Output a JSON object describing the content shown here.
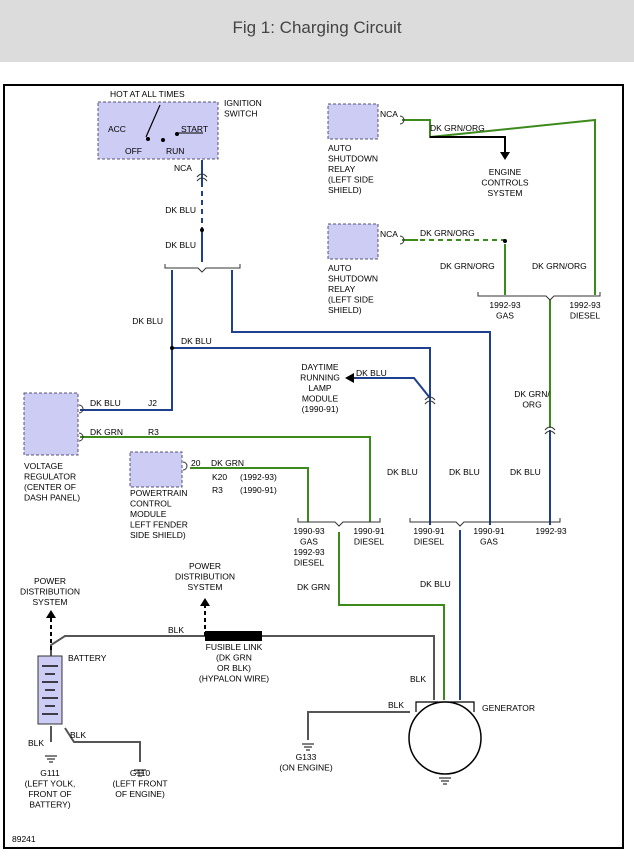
{
  "title": "Fig 1: Charging Circuit",
  "figure_number": "89241",
  "colors": {
    "blue": "#1f3f8f",
    "green": "#3d8a1c",
    "gray": "#555555",
    "box": "#ccccf4",
    "box_border": "#555577"
  },
  "labels": {
    "hot_at_all_times": "HOT AT ALL TIMES",
    "ignition_switch": [
      "IGNITION",
      "SWITCH"
    ],
    "acc": "ACC",
    "off": "OFF",
    "start": "START",
    "run": "RUN",
    "nca": "NCA",
    "dk_blu": "DK BLU",
    "dk_grn": "DK GRN",
    "dk_grn_org": "DK GRN/ORG",
    "dk_grn_org_split": [
      "DK GRN/",
      "ORG"
    ],
    "blk": "BLK",
    "asd_relay": [
      "AUTO",
      "SHUTDOWN",
      "RELAY",
      "(LEFT SIDE",
      "SHIELD)"
    ],
    "engine_controls": [
      "ENGINE",
      "CONTROLS",
      "SYSTEM"
    ],
    "gas_9293": [
      "1992-93",
      "GAS"
    ],
    "diesel_9293": [
      "1992-93",
      "DIESEL"
    ],
    "drl_module": [
      "DAYTIME",
      "RUNNING",
      "LAMP",
      "MODULE",
      "(1990-91)"
    ],
    "voltage_regulator": [
      "VOLTAGE",
      "REGULATOR",
      "(CENTER OF",
      "DASH PANEL)"
    ],
    "j2": "J2",
    "r3": "R3",
    "pcm": [
      "POWERTRAIN",
      "CONTROL",
      "MODULE",
      "LEFT FENDER",
      "SIDE SHIELD)"
    ],
    "pcm_pins": [
      "20",
      "K20",
      "R3"
    ],
    "pcm_years": [
      "(1992-93)",
      "(1990-91)"
    ],
    "split_gas_diesel": [
      "1990-93",
      "GAS",
      "1992-93",
      "DIESEL"
    ],
    "diesel_9091": [
      "1990-91",
      "DIESEL"
    ],
    "gas_9091": [
      "1990-91",
      "GAS"
    ],
    "only_9293": "1992-93",
    "power_distribution": [
      "POWER",
      "DISTRIBUTION",
      "SYSTEM"
    ],
    "battery": "BATTERY",
    "fusible_link": [
      "FUSIBLE LINK",
      "(DK GRN",
      "OR BLK)",
      "(HYPALON WIRE)"
    ],
    "generator": "GENERATOR",
    "g111": [
      "G111",
      "(LEFT YOLK,",
      "FRONT OF",
      "BATTERY)"
    ],
    "g110": [
      "G110",
      "(LEFT FRONT",
      "OF ENGINE)"
    ],
    "g133": [
      "G133",
      "(ON ENGINE)"
    ]
  }
}
